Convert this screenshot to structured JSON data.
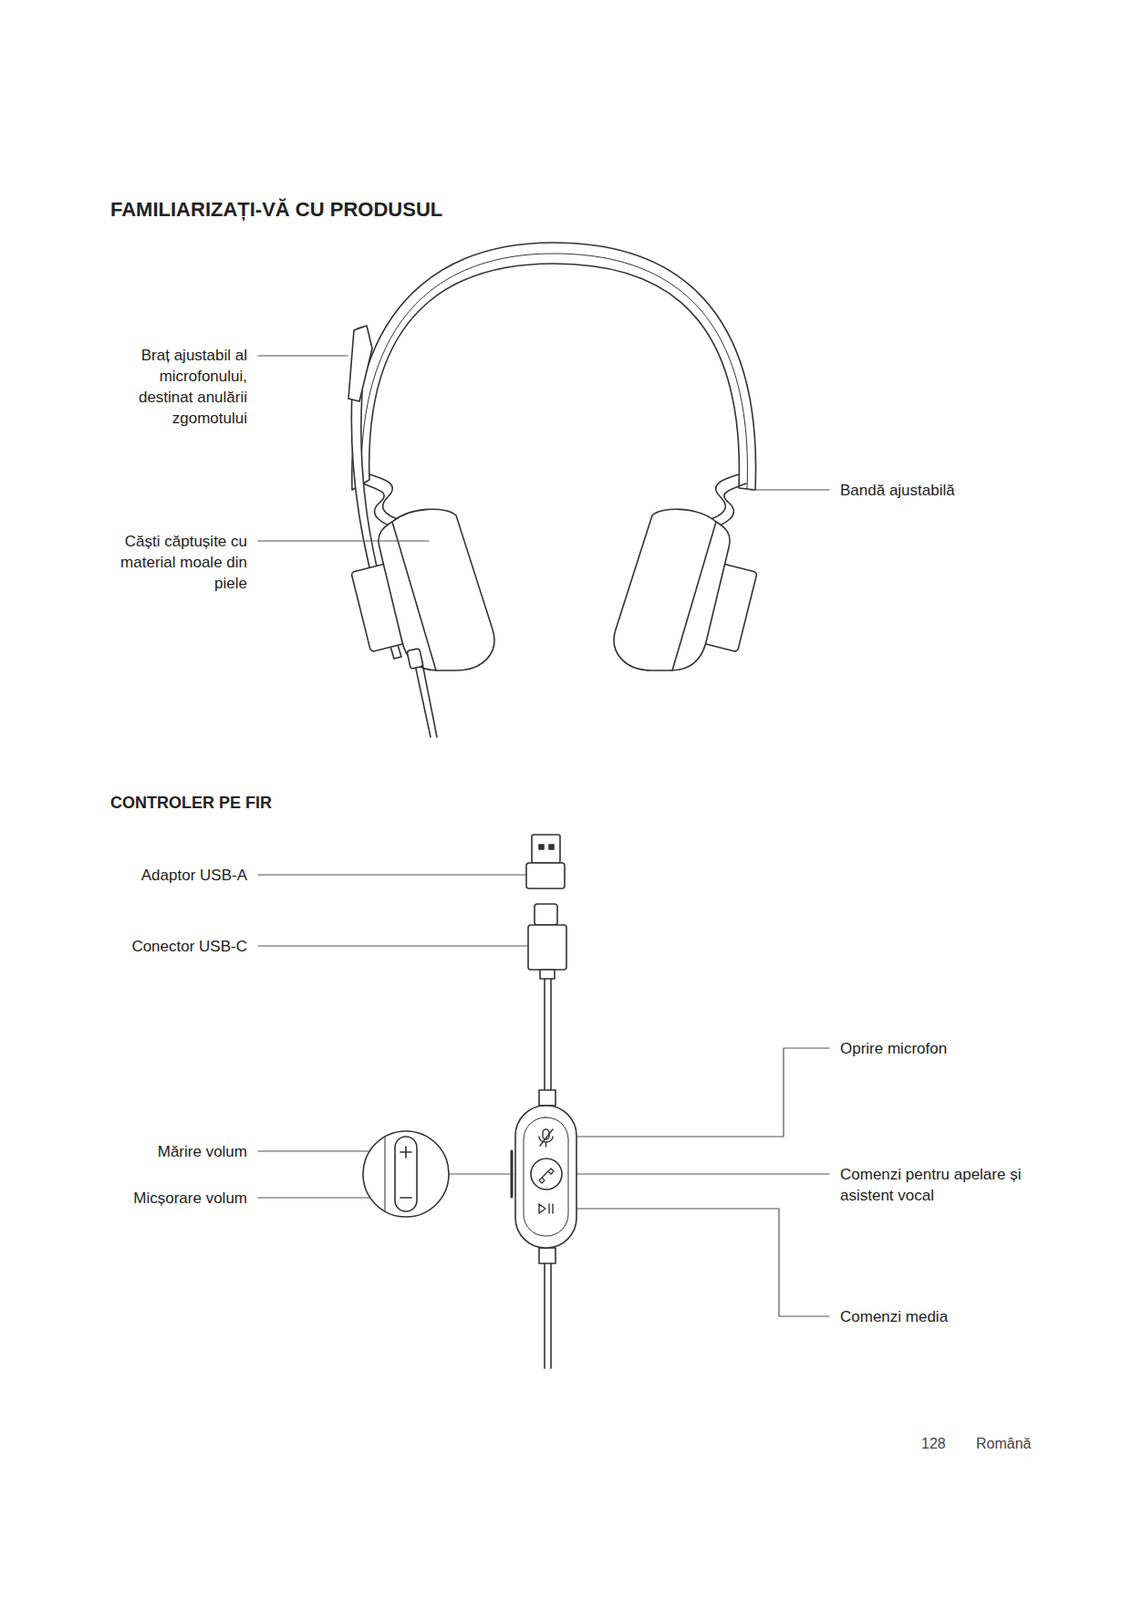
{
  "diagram": {
    "title": "FAMILIARIZAȚI-VĂ CU PRODUSUL",
    "labels": [
      "Braț ajustabil al microfonului, destinat anulării zgomotului",
      "Bandă ajustabilă",
      "Căști căptușite cu material moale din piele",
      "CONTROLER PE FIR",
      "Adaptor USB-A",
      "Conector USB-C",
      "Oprire microfon",
      "Mărire volum",
      "Comenzi pentru apelare și asistent vocal",
      "Micșorare volum",
      "Comenzi media",
      "128",
      "Română"
    ]
  }
}
